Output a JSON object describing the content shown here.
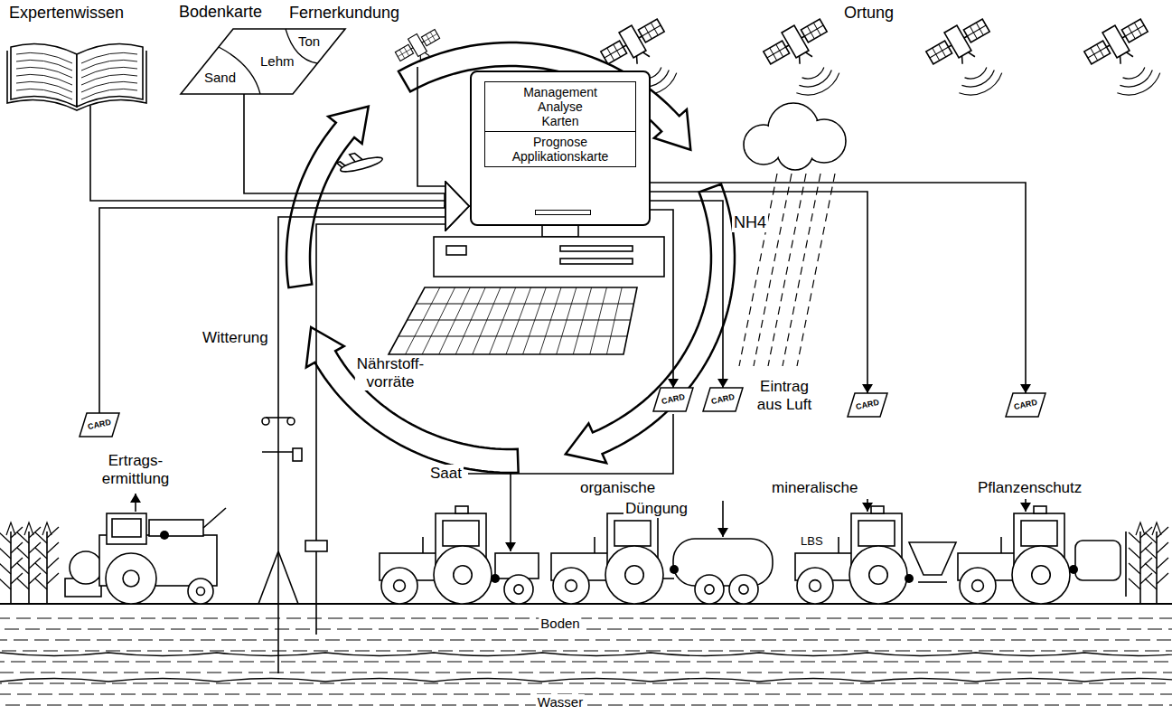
{
  "diagram": {
    "nodes": [
      {
        "text": [
          "Bodenkarte",
          "Ton",
          "Lehm",
          "Sand"
        ]
      },
      {
        "text": [
          "Management Analyse Karten",
          "Prognose Applikationskarte"
        ]
      },
      {
        "text": [
          "CARD"
        ]
      },
      {
        "text": [
          "CARD"
        ]
      },
      {
        "text": [
          "CARD"
        ]
      },
      {
        "text": [
          "CARD"
        ]
      },
      {
        "text": [
          "CARD"
        ]
      }
    ],
    "edges": [
      {
        "from": 0,
        "to": 1,
        "arrow": "to"
      },
      {
        "from": 2,
        "to": 1,
        "arrow": "to"
      },
      {
        "from": 1,
        "to": 3,
        "arrow": "to"
      },
      {
        "from": 1,
        "to": 4,
        "arrow": "to"
      },
      {
        "from": 1,
        "to": 5,
        "arrow": "to"
      },
      {
        "from": 1,
        "to": 6,
        "arrow": "to"
      }
    ],
    "labels": [
      "Expertenwissen",
      "Fernerkundung",
      "Ortung",
      "NH4",
      "Witterung",
      "Nährstoff- vorräte",
      "Eintrag aus Luft",
      "Ertrags- ermittlung",
      "Saat",
      "organische",
      "Düngung",
      "mineralische",
      "Pflanzenschutz",
      "LBS",
      "Boden",
      "Wasser"
    ]
  }
}
